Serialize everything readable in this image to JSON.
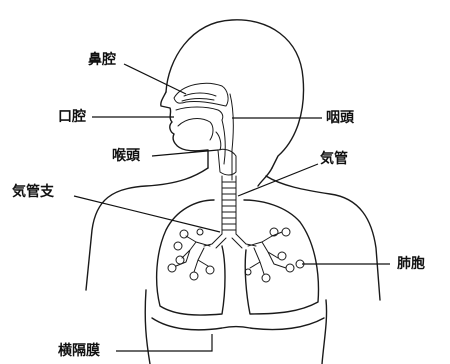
{
  "labels": {
    "nasal_cavity": "鼻腔",
    "oral_cavity": "口腔",
    "pharynx": "咽頭",
    "larynx": "喉頭",
    "trachea": "気管",
    "bronchus": "気管支",
    "alveoli": "肺胞",
    "diaphragm": "横隔膜"
  }
}
